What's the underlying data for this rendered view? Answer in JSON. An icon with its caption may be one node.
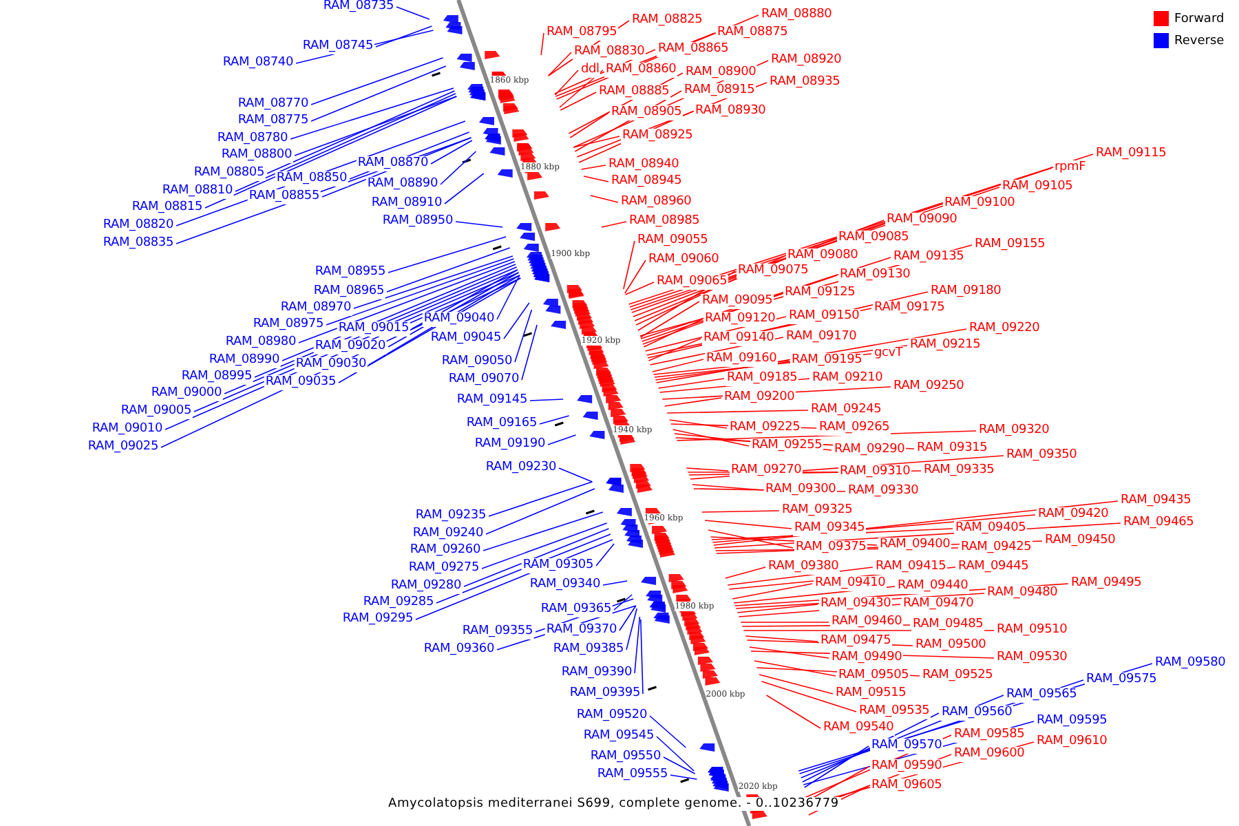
{
  "diagram": {
    "caption": "Amycolatopsis mediterranei S699, complete genome. - 0..10236779",
    "nodes": [
      {
        "text": [
          "RAM_08735"
        ]
      },
      {
        "text": [
          "RAM_08745"
        ]
      },
      {
        "text": [
          "RAM_08740"
        ]
      },
      {
        "text": [
          "RAM_08770"
        ]
      },
      {
        "text": [
          "RAM_08775"
        ]
      },
      {
        "text": [
          "RAM_08780"
        ]
      },
      {
        "text": [
          "RAM_08800"
        ]
      },
      {
        "text": [
          "RAM_08805"
        ]
      },
      {
        "text": [
          "RAM_08810"
        ]
      },
      {
        "text": [
          "RAM_08815"
        ]
      },
      {
        "text": [
          "RAM_08820"
        ]
      },
      {
        "text": [
          "RAM_08835"
        ]
      },
      {
        "text": [
          "RAM_08850"
        ]
      },
      {
        "text": [
          "RAM_08855"
        ]
      },
      {
        "text": [
          "RAM_08870"
        ]
      },
      {
        "text": [
          "RAM_08890"
        ]
      },
      {
        "text": [
          "RAM_08910"
        ]
      },
      {
        "text": [
          "RAM_08950"
        ]
      },
      {
        "text": [
          "RAM_08955"
        ]
      },
      {
        "text": [
          "RAM_08965"
        ]
      },
      {
        "text": [
          "RAM_08970"
        ]
      },
      {
        "text": [
          "RAM_08975"
        ]
      },
      {
        "text": [
          "RAM_09015"
        ]
      },
      {
        "text": [
          "RAM_09040"
        ]
      },
      {
        "text": [
          "RAM_08980"
        ]
      },
      {
        "text": [
          "RAM_09020"
        ]
      },
      {
        "text": [
          "RAM_09045"
        ]
      },
      {
        "text": [
          "RAM_08990"
        ]
      },
      {
        "text": [
          "RAM_09030"
        ]
      },
      {
        "text": [
          "RAM_09050"
        ]
      },
      {
        "text": [
          "RAM_08995"
        ]
      },
      {
        "text": [
          "RAM_09035"
        ]
      },
      {
        "text": [
          "RAM_09070"
        ]
      },
      {
        "text": [
          "RAM_09000"
        ]
      },
      {
        "text": [
          "RAM_09005"
        ]
      },
      {
        "text": [
          "RAM_09010"
        ]
      },
      {
        "text": [
          "RAM_09025"
        ]
      },
      {
        "text": [
          "RAM_09145"
        ]
      },
      {
        "text": [
          "RAM_09165"
        ]
      },
      {
        "text": [
          "RAM_09190"
        ]
      },
      {
        "text": [
          "RAM_09230"
        ]
      },
      {
        "text": [
          "RAM_09235"
        ]
      },
      {
        "text": [
          "RAM_09240"
        ]
      },
      {
        "text": [
          "RAM_09260"
        ]
      },
      {
        "text": [
          "RAM_09275"
        ]
      },
      {
        "text": [
          "RAM_09280"
        ]
      },
      {
        "text": [
          "RAM_09285"
        ]
      },
      {
        "text": [
          "RAM_09295"
        ]
      },
      {
        "text": [
          "RAM_09305"
        ]
      },
      {
        "text": [
          "RAM_09340"
        ]
      },
      {
        "text": [
          "RAM_09365"
        ]
      },
      {
        "text": [
          "RAM_09355"
        ]
      },
      {
        "text": [
          "RAM_09370"
        ]
      },
      {
        "text": [
          "RAM_09360"
        ]
      },
      {
        "text": [
          "RAM_09385"
        ]
      },
      {
        "text": [
          "RAM_09390"
        ]
      },
      {
        "text": [
          "RAM_09395"
        ]
      },
      {
        "text": [
          "RAM_09520"
        ]
      },
      {
        "text": [
          "RAM_09545"
        ]
      },
      {
        "text": [
          "RAM_09550"
        ]
      },
      {
        "text": [
          "RAM_09555"
        ]
      },
      {
        "text": [
          "RAM_09580"
        ]
      },
      {
        "text": [
          "RAM_09575"
        ]
      },
      {
        "text": [
          "RAM_09565"
        ]
      },
      {
        "text": [
          "RAM_09560"
        ]
      },
      {
        "text": [
          "RAM_09595"
        ]
      },
      {
        "text": [
          "RAM_09570"
        ]
      },
      {
        "text": [
          "RAM_08795"
        ]
      },
      {
        "text": [
          "RAM_08825"
        ]
      },
      {
        "text": [
          "RAM_08880"
        ]
      },
      {
        "text": [
          "RAM_08875"
        ]
      },
      {
        "text": [
          "RAM_08830"
        ]
      },
      {
        "text": [
          "RAM_08865"
        ]
      },
      {
        "text": [
          "ddl"
        ]
      },
      {
        "text": [
          "RAM_08860"
        ]
      },
      {
        "text": [
          "RAM_08900"
        ]
      },
      {
        "text": [
          "RAM_08920"
        ]
      },
      {
        "text": [
          "RAM_08885"
        ]
      },
      {
        "text": [
          "RAM_08915"
        ]
      },
      {
        "text": [
          "RAM_08935"
        ]
      },
      {
        "text": [
          "RAM_08905"
        ]
      },
      {
        "text": [
          "RAM_08930"
        ]
      },
      {
        "text": [
          "RAM_08925"
        ]
      },
      {
        "text": [
          "RAM_08940"
        ]
      },
      {
        "text": [
          "RAM_08945"
        ]
      },
      {
        "text": [
          "RAM_08960"
        ]
      },
      {
        "text": [
          "RAM_08985"
        ]
      },
      {
        "text": [
          "RAM_09055"
        ]
      },
      {
        "text": [
          "RAM_09060"
        ]
      },
      {
        "text": [
          "RAM_09065"
        ]
      },
      {
        "text": [
          "RAM_09075"
        ]
      },
      {
        "text": [
          "RAM_09080"
        ]
      },
      {
        "text": [
          "RAM_09085"
        ]
      },
      {
        "text": [
          "RAM_09090"
        ]
      },
      {
        "text": [
          "RAM_09100"
        ]
      },
      {
        "text": [
          "RAM_09105"
        ]
      },
      {
        "text": [
          "rpmF"
        ]
      },
      {
        "text": [
          "RAM_09115"
        ]
      },
      {
        "text": [
          "RAM_09095"
        ]
      },
      {
        "text": [
          "RAM_09125"
        ]
      },
      {
        "text": [
          "RAM_09130"
        ]
      },
      {
        "text": [
          "RAM_09135"
        ]
      },
      {
        "text": [
          "RAM_09155"
        ]
      },
      {
        "text": [
          "RAM_09120"
        ]
      },
      {
        "text": [
          "RAM_09150"
        ]
      },
      {
        "text": [
          "RAM_09175"
        ]
      },
      {
        "text": [
          "RAM_09180"
        ]
      },
      {
        "text": [
          "RAM_09140"
        ]
      },
      {
        "text": [
          "RAM_09170"
        ]
      },
      {
        "text": [
          "RAM_09160"
        ]
      },
      {
        "text": [
          "RAM_09195"
        ]
      },
      {
        "text": [
          "gcvT"
        ]
      },
      {
        "text": [
          "RAM_09215"
        ]
      },
      {
        "text": [
          "RAM_09220"
        ]
      },
      {
        "text": [
          "RAM_09185"
        ]
      },
      {
        "text": [
          "RAM_09210"
        ]
      },
      {
        "text": [
          "RAM_09250"
        ]
      },
      {
        "text": [
          "RAM_09200"
        ]
      },
      {
        "text": [
          "RAM_09245"
        ]
      },
      {
        "text": [
          "RAM_09225"
        ]
      },
      {
        "text": [
          "RAM_09265"
        ]
      },
      {
        "text": [
          "RAM_09255"
        ]
      },
      {
        "text": [
          "RAM_09290"
        ]
      },
      {
        "text": [
          "RAM_09315"
        ]
      },
      {
        "text": [
          "RAM_09320"
        ]
      },
      {
        "text": [
          "RAM_09270"
        ]
      },
      {
        "text": [
          "RAM_09310"
        ]
      },
      {
        "text": [
          "RAM_09335"
        ]
      },
      {
        "text": [
          "RAM_09350"
        ]
      },
      {
        "text": [
          "RAM_09300"
        ]
      },
      {
        "text": [
          "RAM_09330"
        ]
      },
      {
        "text": [
          "RAM_09325"
        ]
      },
      {
        "text": [
          "RAM_09345"
        ]
      },
      {
        "text": [
          "RAM_09375"
        ]
      },
      {
        "text": [
          "RAM_09400"
        ]
      },
      {
        "text": [
          "RAM_09405"
        ]
      },
      {
        "text": [
          "RAM_09420"
        ]
      },
      {
        "text": [
          "RAM_09435"
        ]
      },
      {
        "text": [
          "RAM_09465"
        ]
      },
      {
        "text": [
          "RAM_09425"
        ]
      },
      {
        "text": [
          "RAM_09450"
        ]
      },
      {
        "text": [
          "RAM_09380"
        ]
      },
      {
        "text": [
          "RAM_09415"
        ]
      },
      {
        "text": [
          "RAM_09445"
        ]
      },
      {
        "text": [
          "RAM_09410"
        ]
      },
      {
        "text": [
          "RAM_09440"
        ]
      },
      {
        "text": [
          "RAM_09495"
        ]
      },
      {
        "text": [
          "RAM_09480"
        ]
      },
      {
        "text": [
          "RAM_09430"
        ]
      },
      {
        "text": [
          "RAM_09470"
        ]
      },
      {
        "text": [
          "RAM_09460"
        ]
      },
      {
        "text": [
          "RAM_09485"
        ]
      },
      {
        "text": [
          "RAM_09510"
        ]
      },
      {
        "text": [
          "RAM_09475"
        ]
      },
      {
        "text": [
          "RAM_09500"
        ]
      },
      {
        "text": [
          "RAM_09490"
        ]
      },
      {
        "text": [
          "RAM_09530"
        ]
      },
      {
        "text": [
          "RAM_09505"
        ]
      },
      {
        "text": [
          "RAM_09525"
        ]
      },
      {
        "text": [
          "RAM_09515"
        ]
      },
      {
        "text": [
          "RAM_09535"
        ]
      },
      {
        "text": [
          "RAM_09540"
        ]
      },
      {
        "text": [
          "RAM_09585"
        ]
      },
      {
        "text": [
          "RAM_09610"
        ]
      },
      {
        "text": [
          "RAM_09590"
        ]
      },
      {
        "text": [
          "RAM_09600"
        ]
      },
      {
        "text": [
          "RAM_09605"
        ]
      }
    ],
    "edges": [
      {
        "from": 0,
        "to": null,
        "arrow": "none",
        "color": "#0000ff"
      },
      {
        "from": 1,
        "to": null,
        "arrow": "none",
        "color": "#0000ff"
      },
      {
        "from": 2,
        "to": null,
        "arrow": "none",
        "color": "#0000ff"
      },
      {
        "from": 3,
        "to": null,
        "arrow": "none",
        "color": "#0000ff"
      },
      {
        "from": 4,
        "to": null,
        "arrow": "none",
        "color": "#0000ff"
      },
      {
        "from": 5,
        "to": null,
        "arrow": "none",
        "color": "#0000ff"
      },
      {
        "from": 6,
        "to": null,
        "arrow": "none",
        "color": "#0000ff"
      },
      {
        "from": 7,
        "to": null,
        "arrow": "none",
        "color": "#0000ff"
      },
      {
        "from": 8,
        "to": null,
        "arrow": "none",
        "color": "#0000ff"
      },
      {
        "from": 9,
        "to": null,
        "arrow": "none",
        "color": "#0000ff"
      },
      {
        "from": 10,
        "to": null,
        "arrow": "none",
        "color": "#0000ff"
      },
      {
        "from": 11,
        "to": null,
        "arrow": "none",
        "color": "#0000ff"
      },
      {
        "from": 12,
        "to": null,
        "arrow": "none",
        "color": "#0000ff"
      },
      {
        "from": 13,
        "to": null,
        "arrow": "none",
        "color": "#0000ff"
      },
      {
        "from": 14,
        "to": null,
        "arrow": "none",
        "color": "#0000ff"
      },
      {
        "from": 15,
        "to": null,
        "arrow": "none",
        "color": "#0000ff"
      },
      {
        "from": 16,
        "to": null,
        "arrow": "none",
        "color": "#0000ff"
      },
      {
        "from": 17,
        "to": null,
        "arrow": "none",
        "color": "#0000ff"
      },
      {
        "from": 18,
        "to": null,
        "arrow": "none",
        "color": "#0000ff"
      },
      {
        "from": 19,
        "to": null,
        "arrow": "none",
        "color": "#0000ff"
      },
      {
        "from": 20,
        "to": null,
        "arrow": "none",
        "color": "#0000ff"
      },
      {
        "from": 21,
        "to": null,
        "arrow": "none",
        "color": "#0000ff"
      },
      {
        "from": 22,
        "to": null,
        "arrow": "none",
        "color": "#0000ff"
      },
      {
        "from": 23,
        "to": null,
        "arrow": "none",
        "color": "#0000ff"
      },
      {
        "from": 24,
        "to": null,
        "arrow": "none",
        "color": "#0000ff"
      },
      {
        "from": 25,
        "to": null,
        "arrow": "none",
        "color": "#0000ff"
      },
      {
        "from": 26,
        "to": null,
        "arrow": "none",
        "color": "#0000ff"
      },
      {
        "from": 27,
        "to": null,
        "arrow": "none",
        "color": "#0000ff"
      },
      {
        "from": 28,
        "to": null,
        "arrow": "none",
        "color": "#0000ff"
      },
      {
        "from": 29,
        "to": null,
        "arrow": "none",
        "color": "#0000ff"
      },
      {
        "from": 30,
        "to": null,
        "arrow": "none",
        "color": "#0000ff"
      },
      {
        "from": 31,
        "to": null,
        "arrow": "none",
        "color": "#0000ff"
      },
      {
        "from": 32,
        "to": null,
        "arrow": "none",
        "color": "#0000ff"
      },
      {
        "from": 33,
        "to": null,
        "arrow": "none",
        "color": "#0000ff"
      },
      {
        "from": 34,
        "to": null,
        "arrow": "none",
        "color": "#0000ff"
      },
      {
        "from": 35,
        "to": null,
        "arrow": "none",
        "color": "#0000ff"
      },
      {
        "from": 36,
        "to": null,
        "arrow": "none",
        "color": "#0000ff"
      },
      {
        "from": 37,
        "to": null,
        "arrow": "none",
        "color": "#0000ff"
      },
      {
        "from": 38,
        "to": null,
        "arrow": "none",
        "color": "#0000ff"
      },
      {
        "from": 39,
        "to": null,
        "arrow": "none",
        "color": "#0000ff"
      },
      {
        "from": 40,
        "to": null,
        "arrow": "none",
        "color": "#0000ff"
      },
      {
        "from": 41,
        "to": null,
        "arrow": "none",
        "color": "#0000ff"
      },
      {
        "from": 42,
        "to": null,
        "arrow": "none",
        "color": "#0000ff"
      },
      {
        "from": 43,
        "to": null,
        "arrow": "none",
        "color": "#0000ff"
      },
      {
        "from": 44,
        "to": null,
        "arrow": "none",
        "color": "#0000ff"
      },
      {
        "from": 45,
        "to": null,
        "arrow": "none",
        "color": "#0000ff"
      },
      {
        "from": 46,
        "to": null,
        "arrow": "none",
        "color": "#0000ff"
      },
      {
        "from": 47,
        "to": null,
        "arrow": "none",
        "color": "#0000ff"
      },
      {
        "from": 48,
        "to": null,
        "arrow": "none",
        "color": "#0000ff"
      },
      {
        "from": 49,
        "to": null,
        "arrow": "none",
        "color": "#0000ff"
      },
      {
        "from": 50,
        "to": null,
        "arrow": "none",
        "color": "#0000ff"
      },
      {
        "from": 51,
        "to": null,
        "arrow": "none",
        "color": "#0000ff"
      },
      {
        "from": 52,
        "to": null,
        "arrow": "none",
        "color": "#0000ff"
      },
      {
        "from": 53,
        "to": null,
        "arrow": "none",
        "color": "#0000ff"
      },
      {
        "from": 54,
        "to": null,
        "arrow": "none",
        "color": "#0000ff"
      },
      {
        "from": 55,
        "to": null,
        "arrow": "none",
        "color": "#0000ff"
      },
      {
        "from": 56,
        "to": null,
        "arrow": "none",
        "color": "#0000ff"
      },
      {
        "from": 57,
        "to": null,
        "arrow": "none",
        "color": "#0000ff"
      },
      {
        "from": 58,
        "to": null,
        "arrow": "none",
        "color": "#0000ff"
      },
      {
        "from": 59,
        "to": null,
        "arrow": "none",
        "color": "#0000ff"
      },
      {
        "from": 60,
        "to": null,
        "arrow": "none",
        "color": "#0000ff"
      },
      {
        "from": 61,
        "to": null,
        "arrow": "none",
        "color": "#0000ff"
      },
      {
        "from": 62,
        "to": null,
        "arrow": "none",
        "color": "#0000ff"
      },
      {
        "from": 63,
        "to": null,
        "arrow": "none",
        "color": "#0000ff"
      },
      {
        "from": 64,
        "to": null,
        "arrow": "none",
        "color": "#0000ff"
      },
      {
        "from": 65,
        "to": null,
        "arrow": "none",
        "color": "#0000ff"
      },
      {
        "from": 66,
        "to": null,
        "arrow": "none",
        "color": "#0000ff"
      },
      {
        "from": 67,
        "to": null,
        "arrow": "none"
      },
      {
        "from": 68,
        "to": null,
        "arrow": "none"
      },
      {
        "from": 69,
        "to": null,
        "arrow": "none"
      },
      {
        "from": 70,
        "to": null,
        "arrow": "none"
      },
      {
        "from": 71,
        "to": null,
        "arrow": "none"
      },
      {
        "from": 72,
        "to": null,
        "arrow": "none"
      },
      {
        "from": 73,
        "to": null,
        "arrow": "none"
      },
      {
        "from": 74,
        "to": null,
        "arrow": "none"
      },
      {
        "from": 75,
        "to": null,
        "arrow": "none"
      },
      {
        "from": 76,
        "to": null,
        "arrow": "none"
      },
      {
        "from": 77,
        "to": null,
        "arrow": "none"
      },
      {
        "from": 78,
        "to": null,
        "arrow": "none"
      },
      {
        "from": 79,
        "to": null,
        "arrow": "none"
      },
      {
        "from": 80,
        "to": null,
        "arrow": "none"
      },
      {
        "from": 81,
        "to": null,
        "arrow": "none"
      },
      {
        "from": 82,
        "to": null,
        "arrow": "none"
      },
      {
        "from": 83,
        "to": null,
        "arrow": "none"
      },
      {
        "from": 84,
        "to": null,
        "arrow": "none"
      },
      {
        "from": 85,
        "to": null,
        "arrow": "none"
      },
      {
        "from": 86,
        "to": null,
        "arrow": "none"
      },
      {
        "from": 87,
        "to": null,
        "arrow": "none"
      },
      {
        "from": 88,
        "to": null,
        "arrow": "none"
      },
      {
        "from": 89,
        "to": null,
        "arrow": "none"
      },
      {
        "from": 90,
        "to": null,
        "arrow": "none"
      },
      {
        "from": 91,
        "to": null,
        "arrow": "none"
      },
      {
        "from": 92,
        "to": null,
        "arrow": "none"
      },
      {
        "from": 93,
        "to": null,
        "arrow": "none"
      },
      {
        "from": 94,
        "to": null,
        "arrow": "none"
      },
      {
        "from": 95,
        "to": null,
        "arrow": "none"
      },
      {
        "from": 96,
        "to": null,
        "arrow": "none"
      },
      {
        "from": 97,
        "to": null,
        "arrow": "none"
      },
      {
        "from": 98,
        "to": null,
        "arrow": "none"
      },
      {
        "from": 99,
        "to": null,
        "arrow": "none"
      },
      {
        "from": 100,
        "to": null,
        "arrow": "none"
      },
      {
        "from": 101,
        "to": null,
        "arrow": "none"
      },
      {
        "from": 102,
        "to": null,
        "arrow": "none"
      },
      {
        "from": 103,
        "to": null,
        "arrow": "none"
      },
      {
        "from": 104,
        "to": null,
        "arrow": "none"
      },
      {
        "from": 105,
        "to": null,
        "arrow": "none"
      },
      {
        "from": 106,
        "to": null,
        "arrow": "none"
      },
      {
        "from": 107,
        "to": null,
        "arrow": "none"
      },
      {
        "from": 108,
        "to": null,
        "arrow": "none"
      },
      {
        "from": 109,
        "to": null,
        "arrow": "none"
      },
      {
        "from": 110,
        "to": null,
        "arrow": "none"
      },
      {
        "from": 111,
        "to": null,
        "arrow": "none"
      },
      {
        "from": 112,
        "to": null,
        "arrow": "none"
      },
      {
        "from": 113,
        "to": null,
        "arrow": "none"
      },
      {
        "from": 114,
        "to": null,
        "arrow": "none"
      },
      {
        "from": 115,
        "to": null,
        "arrow": "none"
      },
      {
        "from": 116,
        "to": null,
        "arrow": "none"
      },
      {
        "from": 117,
        "to": null,
        "arrow": "none"
      },
      {
        "from": 118,
        "to": null,
        "arrow": "none"
      },
      {
        "from": 119,
        "to": null,
        "arrow": "none"
      },
      {
        "from": 120,
        "to": null,
        "arrow": "none"
      },
      {
        "from": 121,
        "to": null,
        "arrow": "none"
      },
      {
        "from": 122,
        "to": null,
        "arrow": "none"
      },
      {
        "from": 123,
        "to": null,
        "arrow": "none"
      },
      {
        "from": 124,
        "to": null,
        "arrow": "none"
      },
      {
        "from": 125,
        "to": null,
        "arrow": "none"
      },
      {
        "from": 126,
        "to": null,
        "arrow": "none"
      },
      {
        "from": 127,
        "to": null,
        "arrow": "none"
      },
      {
        "from": 128,
        "to": null,
        "arrow": "none"
      },
      {
        "from": 129,
        "to": null,
        "arrow": "none"
      },
      {
        "from": 130,
        "to": null,
        "arrow": "none"
      },
      {
        "from": 131,
        "to": null,
        "arrow": "none"
      },
      {
        "from": 132,
        "to": null,
        "arrow": "none"
      },
      {
        "from": 133,
        "to": null,
        "arrow": "none"
      },
      {
        "from": 134,
        "to": null,
        "arrow": "none"
      },
      {
        "from": 135,
        "to": null,
        "arrow": "none"
      },
      {
        "from": 136,
        "to": null,
        "arrow": "none"
      },
      {
        "from": 137,
        "to": null,
        "arrow": "none"
      },
      {
        "from": 138,
        "to": null,
        "arrow": "none"
      },
      {
        "from": 139,
        "to": null,
        "arrow": "none"
      },
      {
        "from": 140,
        "to": null,
        "arrow": "none"
      },
      {
        "from": 141,
        "to": null,
        "arrow": "none"
      },
      {
        "from": 142,
        "to": null,
        "arrow": "none"
      },
      {
        "from": 143,
        "to": null,
        "arrow": "none"
      },
      {
        "from": 144,
        "to": null,
        "arrow": "none"
      },
      {
        "from": 145,
        "to": null,
        "arrow": "none"
      },
      {
        "from": 146,
        "to": null,
        "arrow": "none"
      },
      {
        "from": 147,
        "to": null,
        "arrow": "none"
      },
      {
        "from": 148,
        "to": null,
        "arrow": "none"
      },
      {
        "from": 149,
        "to": null,
        "arrow": "none"
      },
      {
        "from": 150,
        "to": null,
        "arrow": "none"
      },
      {
        "from": 151,
        "to": null,
        "arrow": "none"
      },
      {
        "from": 152,
        "to": null,
        "arrow": "none"
      },
      {
        "from": 153,
        "to": null,
        "arrow": "none"
      },
      {
        "from": 154,
        "to": null,
        "arrow": "none"
      },
      {
        "from": 155,
        "to": null,
        "arrow": "none"
      },
      {
        "from": 156,
        "to": null,
        "arrow": "none"
      },
      {
        "from": 157,
        "to": null,
        "arrow": "none"
      },
      {
        "from": 158,
        "to": null,
        "arrow": "none"
      },
      {
        "from": 159,
        "to": null,
        "arrow": "none"
      },
      {
        "from": 160,
        "to": null,
        "arrow": "none"
      },
      {
        "from": 161,
        "to": null,
        "arrow": "none"
      },
      {
        "from": 162,
        "to": null,
        "arrow": "none"
      },
      {
        "from": 163,
        "to": null,
        "arrow": "none"
      },
      {
        "from": 164,
        "to": null,
        "arrow": "none"
      },
      {
        "from": 165,
        "to": null,
        "arrow": "none"
      },
      {
        "from": 166,
        "to": null,
        "arrow": "none"
      }
    ],
    "labels": [
      "1860 kbp",
      "1880 kbp",
      "1900 kbp",
      "1920 kbp",
      "1940 kbp",
      "1960 kbp",
      "1980 kbp",
      "2000 kbp",
      "2020 kbp"
    ],
    "legend": [
      {
        "text": "Forward",
        "color": "#ff0000"
      },
      {
        "text": "Reverse",
        "color": "#0000ff"
      }
    ]
  }
}
